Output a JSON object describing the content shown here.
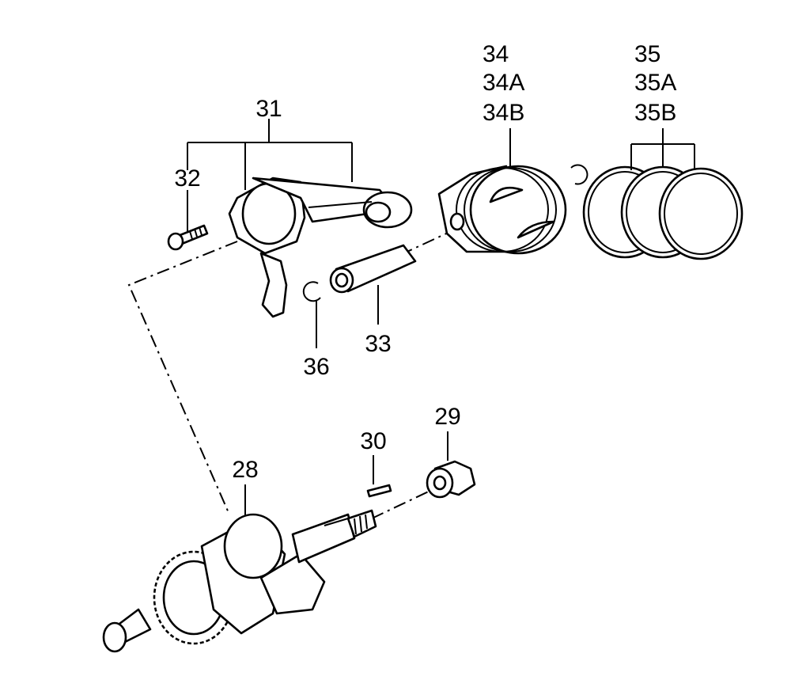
{
  "diagram": {
    "labels": {
      "crankshaft": "28",
      "flange_nut": "29",
      "key": "30",
      "connecting_rod": "31",
      "rod_bolt": "32",
      "piston_pin": "33",
      "piston": [
        "34",
        "34A",
        "34B"
      ],
      "piston_rings": [
        "35",
        "35A",
        "35B"
      ],
      "pin_clip": "36"
    }
  }
}
